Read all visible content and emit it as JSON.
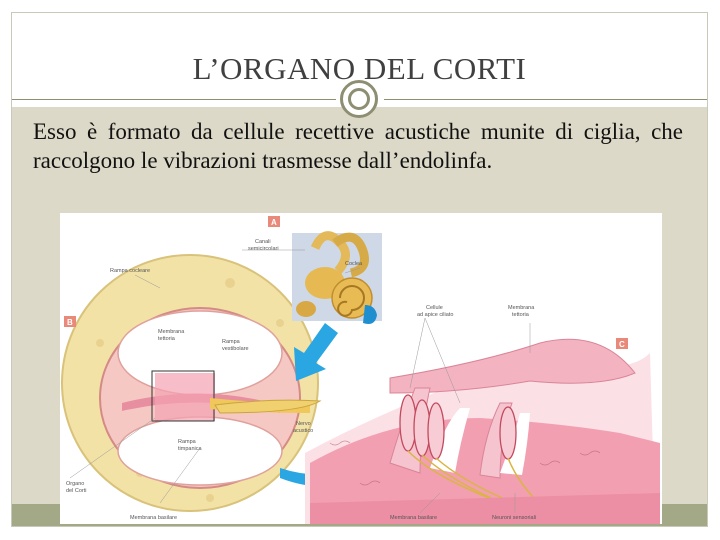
{
  "slide": {
    "title": "L’ORGANO DEL CORTI",
    "body": "Esso è formato da cellule recettive acustiche munite di ciglia, che raccolgono le vibrazioni trasmesse dall’endolinfa."
  },
  "figure": {
    "panels": {
      "a": "A",
      "b": "B",
      "c": "C"
    },
    "labels": {
      "canali_1": "Canali",
      "canali_2": "semicircolari",
      "coclea": "Coclea",
      "rampa_cocleare": "Rampa cocleare",
      "membrana_tettoria_1": "Membrana",
      "membrana_tettoria_2": "tettoria",
      "rampa_vestibolare_1": "Rampa",
      "rampa_vestibolare_2": "vestibolare",
      "rampa_timpanica_1": "Rampa",
      "rampa_timpanica_2": "timpanica",
      "nervo_1": "Nervo",
      "nervo_2": "acustico",
      "organo_1": "Organo",
      "organo_2": "del Corti",
      "membrana_basilare_b": "Membrana basilare",
      "cellule_1": "Cellule",
      "cellule_2": "ad apice ciliato",
      "membrana_tettoria_c1": "Membrana",
      "membrana_tettoria_c2": "tettoria",
      "membrana_basilare_c": "Membrana basilare",
      "neuroni": "Neuroni sensoriali"
    }
  },
  "colors": {
    "text": "#111111",
    "title": "#404040",
    "accent": "#8e8e72",
    "content_bg": "#dcd9c8",
    "footer": "#a3a886",
    "panel_tag": "#e8897a"
  }
}
